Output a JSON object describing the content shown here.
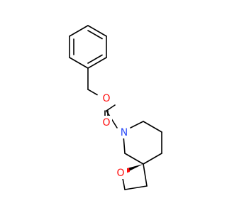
{
  "molecule": {
    "atoms": {
      "ester_oxygen": "O",
      "carbonyl_oxygen": "O",
      "amide_nitrogen": "N",
      "oxetane_oxygen": "O"
    },
    "colors": {
      "bond": "#000000",
      "oxygen": "#ff0d0d",
      "nitrogen": "#3050f8",
      "label_background": "#ffffff"
    }
  }
}
